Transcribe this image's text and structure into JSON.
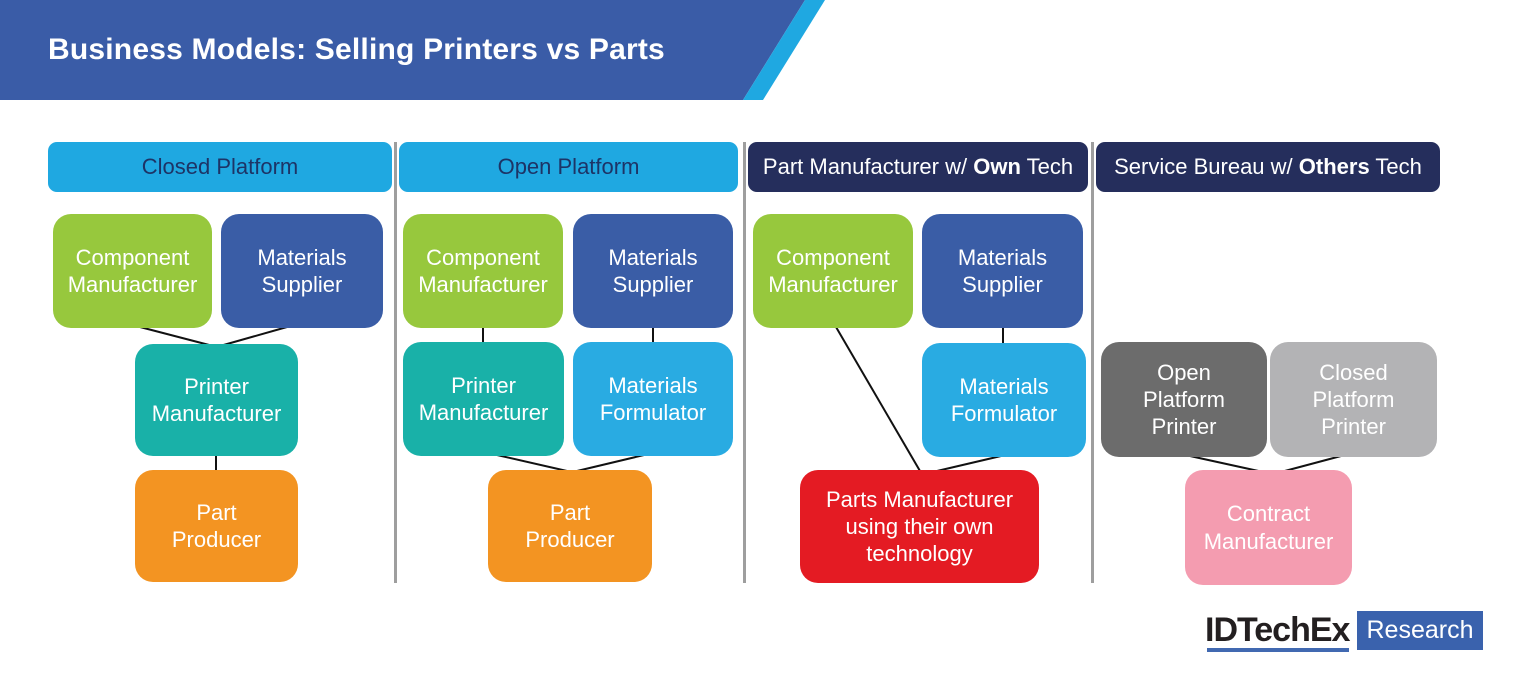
{
  "banner": {
    "title": "Business Models: Selling Printers vs Parts",
    "bg": "#3A5CA7",
    "accent": "#1FA8E1"
  },
  "columns": [
    {
      "id": "closed-platform",
      "header": {
        "prefix": "Closed Platform",
        "bold": "",
        "suffix": "",
        "bg": "#1FA8E1",
        "text_color": "#1D3466"
      },
      "nodes": [
        {
          "id": "component-manufacturer",
          "text": "Component\nManufacturer",
          "bg": "#97C83D"
        },
        {
          "id": "materials-supplier",
          "text": "Materials\nSupplier",
          "bg": "#3A5DA6"
        },
        {
          "id": "printer-manufacturer",
          "text": "Printer\nManufacturer",
          "bg": "#19B1A8"
        },
        {
          "id": "part-producer",
          "text": "Part\nProducer",
          "bg": "#F39422"
        }
      ]
    },
    {
      "id": "open-platform",
      "header": {
        "prefix": "Open Platform",
        "bold": "",
        "suffix": "",
        "bg": "#1FA8E1",
        "text_color": "#1D3466"
      },
      "nodes": [
        {
          "id": "component-manufacturer",
          "text": "Component\nManufacturer",
          "bg": "#97C83D"
        },
        {
          "id": "materials-supplier",
          "text": "Materials\nSupplier",
          "bg": "#3A5DA6"
        },
        {
          "id": "printer-manufacturer",
          "text": "Printer\nManufacturer",
          "bg": "#19B1A8"
        },
        {
          "id": "materials-formulator",
          "text": "Materials\nFormulator",
          "bg": "#29ABE2"
        },
        {
          "id": "part-producer",
          "text": "Part\nProducer",
          "bg": "#F39422"
        }
      ]
    },
    {
      "id": "part-manufacturer-own-tech",
      "header": {
        "prefix": "Part Manufacturer w/ ",
        "bold": "Own",
        "suffix": " Tech",
        "bg": "#252E5C",
        "text_color": "#FFFFFF"
      },
      "nodes": [
        {
          "id": "component-manufacturer",
          "text": "Component\nManufacturer",
          "bg": "#97C83D"
        },
        {
          "id": "materials-supplier",
          "text": "Materials\nSupplier",
          "bg": "#3A5DA6"
        },
        {
          "id": "materials-formulator",
          "text": "Materials\nFormulator",
          "bg": "#29ABE2"
        },
        {
          "id": "parts-manufacturer-own-technology",
          "text": "Parts Manufacturer\nusing their own\ntechnology",
          "bg": "#E41B23"
        }
      ]
    },
    {
      "id": "service-bureau-others-tech",
      "header": {
        "prefix": "Service Bureau w/ ",
        "bold": "Others",
        "suffix": " Tech",
        "bg": "#252E5C",
        "text_color": "#FFFFFF"
      },
      "nodes": [
        {
          "id": "open-platform-printer",
          "text": "Open\nPlatform\nPrinter",
          "bg": "#6C6C6C"
        },
        {
          "id": "closed-platform-printer",
          "text": "Closed\nPlatform\nPrinter",
          "bg": "#B3B3B5"
        },
        {
          "id": "contract-manufacturer",
          "text": "Contract\nManufacturer",
          "bg": "#F49CB0"
        }
      ]
    }
  ],
  "logo": {
    "brand": "IDTechEx",
    "label": "Research",
    "brand_color": "#231F20",
    "badge_bg": "#3A62AD",
    "underline_color": "#4169B1"
  },
  "connector_color": "#111111",
  "divider_color": "#9E9E9E"
}
